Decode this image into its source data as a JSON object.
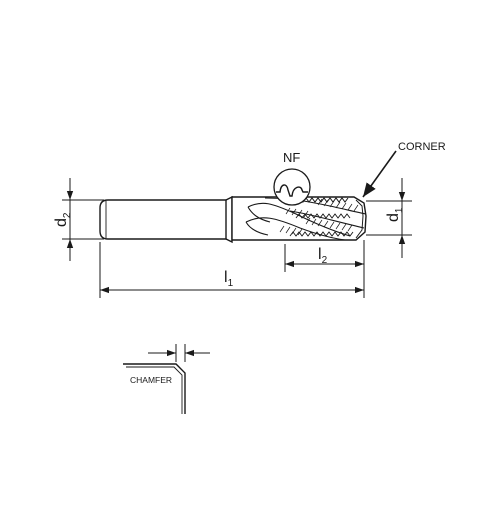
{
  "labels": {
    "corner": "CORNER",
    "nf": "NF",
    "chamfer": "CHAMFER",
    "d2_main": "d",
    "d2_sub": "2",
    "d1_main": "d",
    "d1_sub": "1",
    "l1_main": "l",
    "l1_sub": "1",
    "l2_main": "l",
    "l2_sub": "2"
  },
  "colors": {
    "line": "#1a1a1a",
    "background": "#ffffff"
  }
}
